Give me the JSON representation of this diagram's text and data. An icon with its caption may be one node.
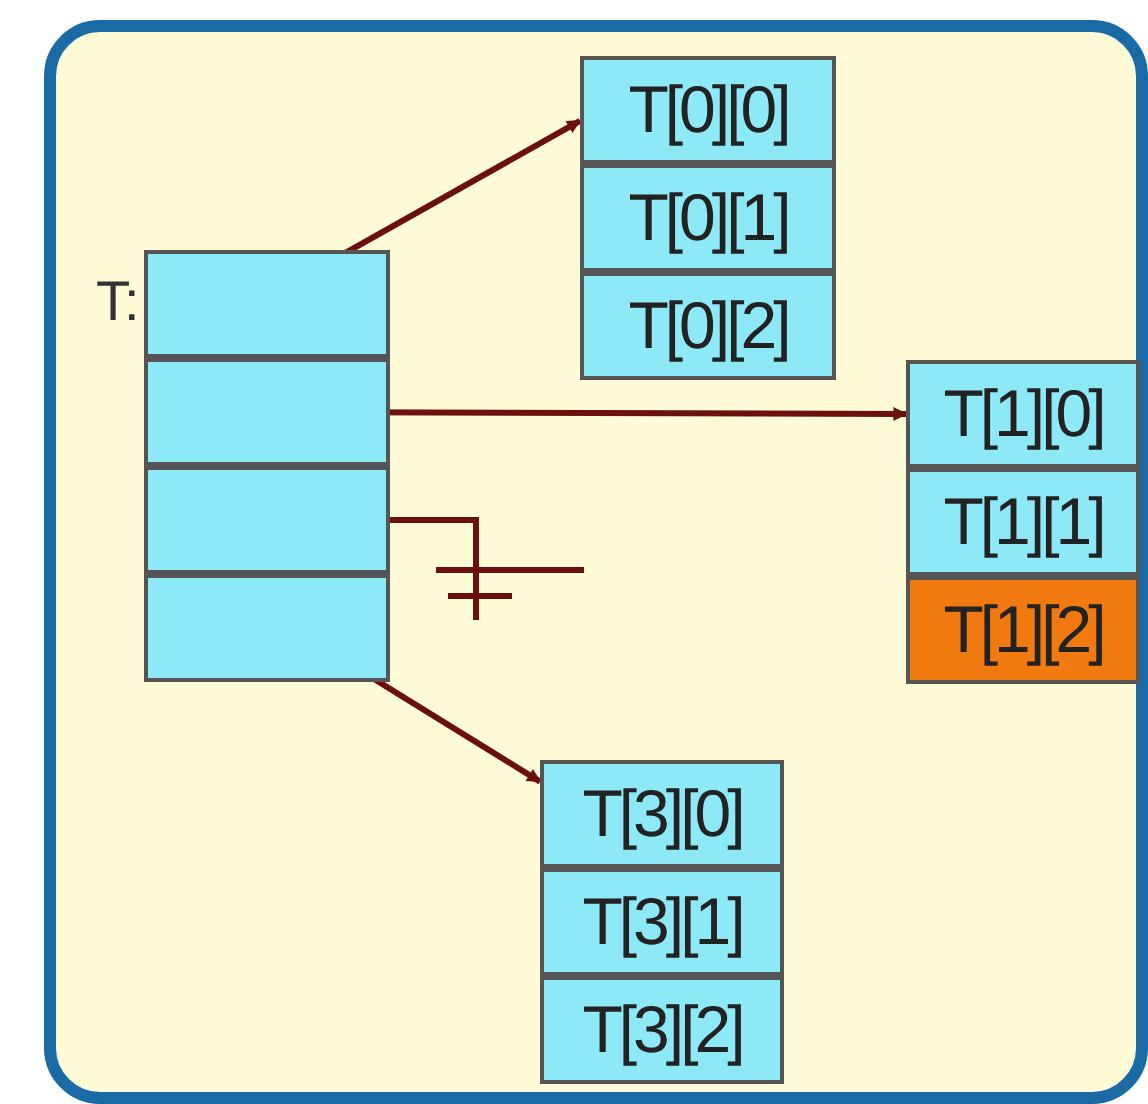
{
  "diagram": {
    "nodes": [
      {
        "text": [],
        "shape": "box",
        "beside": [
          "T:"
        ]
      },
      {
        "text": [],
        "shape": "box",
        "in": 0
      },
      {
        "text": [],
        "shape": "box",
        "in": 0
      },
      {
        "text": [],
        "shape": "box",
        "in": 0
      },
      {
        "text": [],
        "shape": "box",
        "in": 0
      },
      {
        "text": [
          "T[0][0]"
        ]
      },
      {
        "text": [
          "T[0][1]"
        ]
      },
      {
        "text": [
          "T[0][2]"
        ]
      },
      {
        "text": [
          "T[1][0]"
        ]
      },
      {
        "text": [
          "T[1][1]"
        ]
      },
      {
        "text": [
          "T[1][2]"
        ]
      },
      {
        "text": [],
        "shape": "picture"
      },
      {
        "text": [
          "T[3][0]"
        ]
      },
      {
        "text": [
          "T[3][1]"
        ]
      },
      {
        "text": [
          "T[3][2]"
        ]
      }
    ],
    "edges": [
      {
        "from": 1,
        "to": 5,
        "arrow": "to"
      },
      {
        "from": 2,
        "to": 8,
        "arrow": "to"
      },
      {
        "from": 3,
        "to": 11,
        "arrow": "none"
      },
      {
        "from": 4,
        "to": 12,
        "arrow": "to"
      }
    ]
  }
}
